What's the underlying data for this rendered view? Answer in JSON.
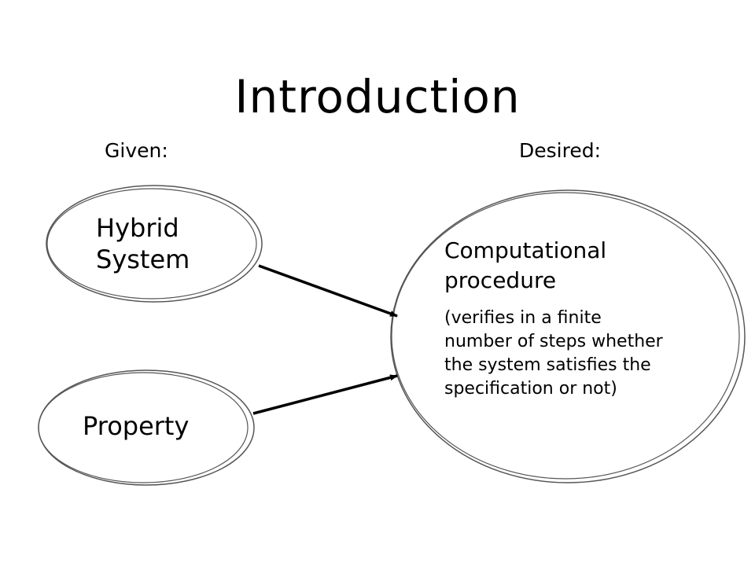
{
  "slide": {
    "title": "Introduction",
    "given_label": "Given:",
    "desired_label": "Desired:"
  },
  "nodes": {
    "hybrid_system": {
      "line1": "Hybrid",
      "line2": "System"
    },
    "property": {
      "label": "Property"
    },
    "procedure": {
      "line1": "Computational",
      "line2": "procedure",
      "detail_lines": [
        "(verifies in a finite",
        "number of steps whether",
        "the system satisfies the",
        "specification or not)"
      ]
    }
  },
  "colors": {
    "stroke": "#000000",
    "ellipse_stroke": "#555555",
    "background": "#ffffff"
  }
}
